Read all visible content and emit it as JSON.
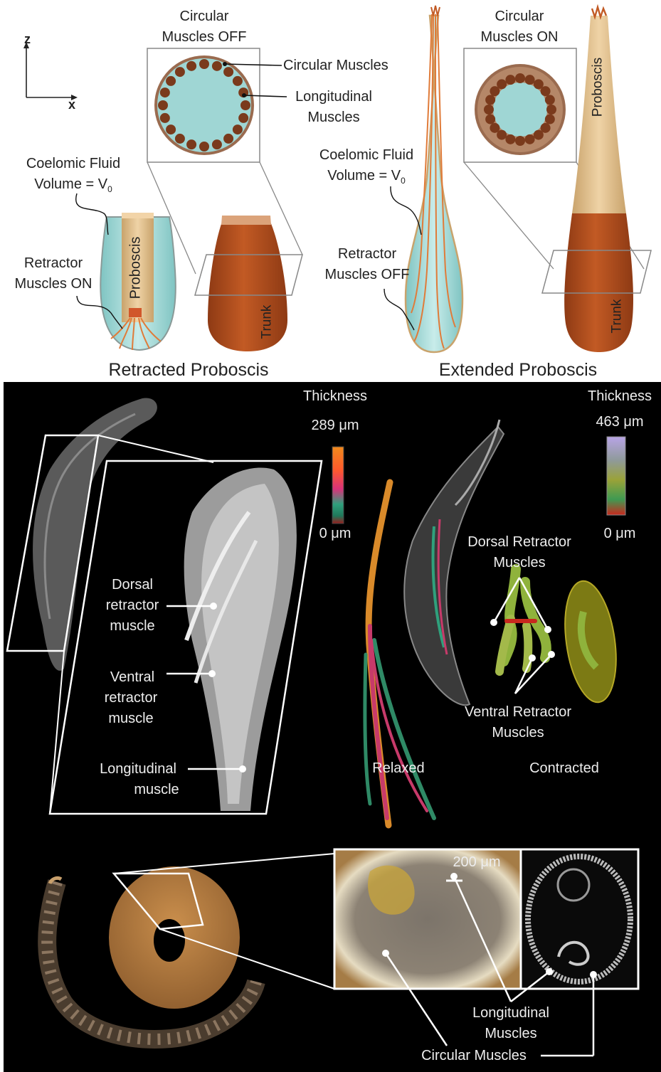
{
  "top_panel": {
    "axes": {
      "z": "z",
      "x": "x"
    },
    "left_inset_title": [
      "Circular",
      "Muscles OFF"
    ],
    "right_inset_title": [
      "Circular",
      "Muscles ON"
    ],
    "circular_muscles": "Circular Muscles",
    "longitudinal_muscles": [
      "Longitudinal",
      "Muscles"
    ],
    "coelomic_fluid_left": [
      "Coelomic Fluid",
      "Volume = V"
    ],
    "coelomic_fluid_right": [
      "Coelomic Fluid",
      "Volume = V"
    ],
    "subscript": "0",
    "retractor_on": [
      "Retractor",
      "Muscles ON"
    ],
    "retractor_off": [
      "Retractor",
      "Muscles OFF"
    ],
    "proboscis": "Proboscis",
    "trunk": "Trunk",
    "caption_left": "Retracted Proboscis",
    "caption_right": "Extended Proboscis"
  },
  "middle_panel": {
    "thickness_left": {
      "title": "Thickness",
      "max": "289 μm",
      "min": "0 μm"
    },
    "thickness_right": {
      "title": "Thickness",
      "max": "463 μm",
      "min": "0 μm"
    },
    "dorsal_retractor": [
      "Dorsal",
      "retractor",
      "muscle"
    ],
    "ventral_retractor": [
      "Ventral",
      "retractor",
      "muscle"
    ],
    "longitudinal_muscle": [
      "Longitudinal",
      "muscle"
    ],
    "dorsal_retractor_muscles": [
      "Dorsal Retractor",
      "Muscles"
    ],
    "ventral_retractor_muscles": [
      "Ventral Retractor",
      "Muscles"
    ],
    "relaxed": "Relaxed",
    "contracted": "Contracted"
  },
  "bottom_panel": {
    "scale": "200 μm",
    "longitudinal_muscles": [
      "Longitudinal",
      "Muscles"
    ],
    "circular_muscles": "Circular Muscles"
  },
  "colors": {
    "fluid": "#9fd6d4",
    "trunk": "#b8531f",
    "proboscis": "#e8c494",
    "muscle_dot": "#7a3a1c",
    "retractor_line": "#e07b39"
  }
}
